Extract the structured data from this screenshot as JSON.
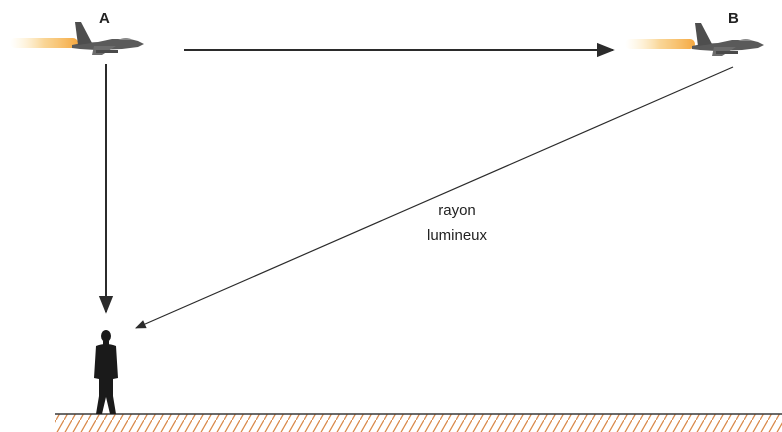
{
  "labels": {
    "point_a": "A",
    "point_b": "B",
    "ray_line1": "rayon",
    "ray_line2": "lumineux"
  },
  "icons": {
    "jet": "fighter-jet-icon",
    "observer": "person-silhouette-icon",
    "ground": "hatched-ground"
  },
  "colors": {
    "ink": "#1a1a1a",
    "arrow": "#2b2b2b",
    "ground_hatch": "#d9894a",
    "ground_line": "#3a3a3a",
    "jet_body": "#5e5e5e",
    "jet_flame": "#f0a040"
  }
}
